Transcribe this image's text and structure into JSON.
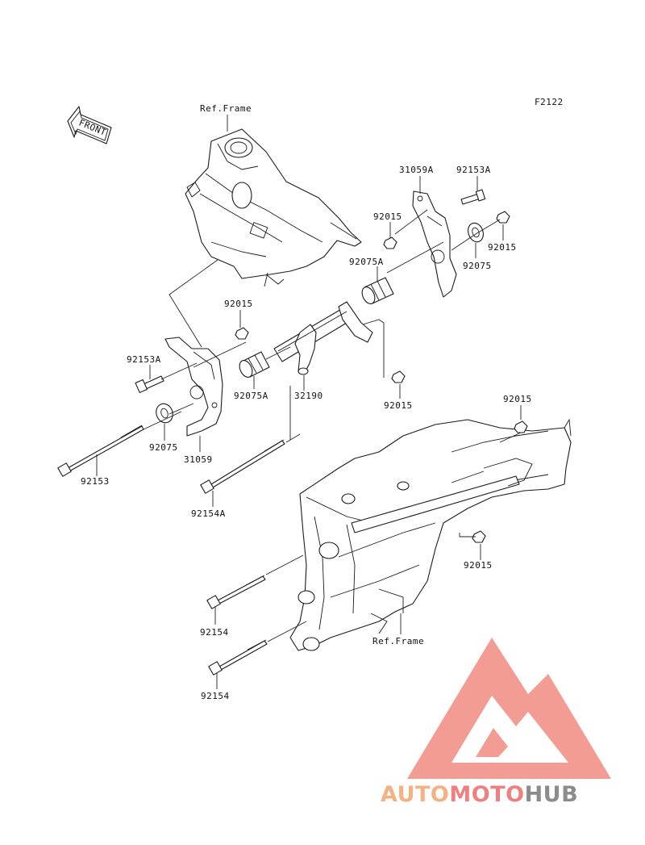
{
  "diagram": {
    "figure_code": "F2122",
    "front_arrow": "FRONT",
    "labels": [
      {
        "id": "ref-frame-top",
        "text": "Ref.Frame"
      },
      {
        "id": "p31059a",
        "text": "31059A"
      },
      {
        "id": "p92153a-r",
        "text": "92153A"
      },
      {
        "id": "p92015-a",
        "text": "92015"
      },
      {
        "id": "p92015-b",
        "text": "92015"
      },
      {
        "id": "p92075a-r",
        "text": "92075A"
      },
      {
        "id": "p92075-r",
        "text": "92075"
      },
      {
        "id": "p92015-c",
        "text": "92015"
      },
      {
        "id": "p92153a-l",
        "text": "92153A"
      },
      {
        "id": "p92075a-l",
        "text": "92075A"
      },
      {
        "id": "p32190",
        "text": "32190"
      },
      {
        "id": "p92015-d",
        "text": "92015"
      },
      {
        "id": "p92015-e",
        "text": "92015"
      },
      {
        "id": "p92075-l",
        "text": "92075"
      },
      {
        "id": "p31059",
        "text": "31059"
      },
      {
        "id": "p92153",
        "text": "92153"
      },
      {
        "id": "p92154a",
        "text": "92154A"
      },
      {
        "id": "p92015-f",
        "text": "92015"
      },
      {
        "id": "p92154-a",
        "text": "92154"
      },
      {
        "id": "ref-frame-bottom",
        "text": "Ref.Frame"
      },
      {
        "id": "p92154-b",
        "text": "92154"
      }
    ]
  },
  "watermark": {
    "part1": "AUTO",
    "part2": "MOTO",
    "part3": "HUB",
    "color_light": "#f4b183",
    "color_mid": "#f08080",
    "color_dark": "#8c8c8c"
  }
}
